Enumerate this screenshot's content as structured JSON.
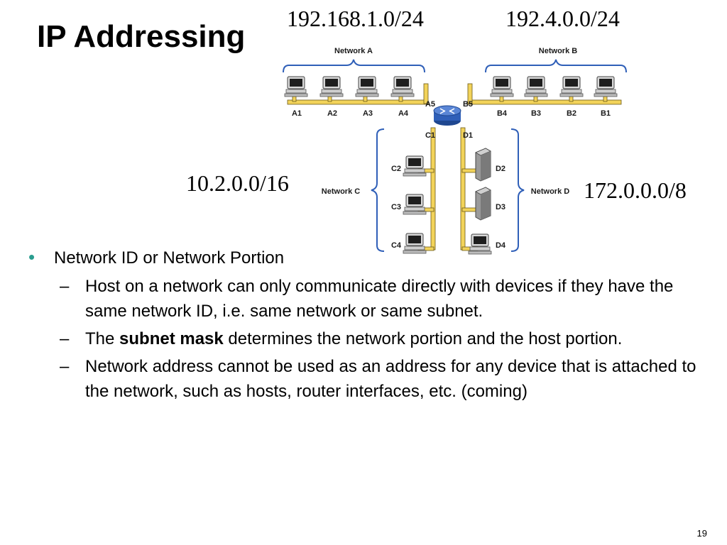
{
  "slide": {
    "title": "IP Addressing",
    "page_number": "19"
  },
  "diagram": {
    "addresses": {
      "network_a": "192.168.1.0/24",
      "network_b": "192.4.0.0/24",
      "network_c": "10.2.0.0/16",
      "network_d": "172.0.0.0/8"
    },
    "network_labels": {
      "a": "Network A",
      "b": "Network B",
      "c": "Network C",
      "d": "Network D"
    },
    "hosts_a": [
      "A1",
      "A2",
      "A3",
      "A4"
    ],
    "hosts_b": [
      "B4",
      "B3",
      "B2",
      "B1"
    ],
    "hosts_c": [
      "C2",
      "C3",
      "C4"
    ],
    "hosts_d": [
      "D2",
      "D3",
      "D4"
    ],
    "router_interfaces": {
      "a": "A5",
      "b": "B5",
      "c": "C1",
      "d": "D1"
    },
    "colors": {
      "cable": "#f2d35a",
      "router": "#2f5fb8",
      "bracket": "#2f5fb8"
    }
  },
  "bullets": {
    "main": "Network ID or Network Portion",
    "sub1": "Host on a network can only communicate directly with devices if they have the same network ID, i.e. same network or same subnet.",
    "sub2_prefix": "The ",
    "sub2_bold": "subnet mask",
    "sub2_suffix": " determines the network portion and the host portion.",
    "sub3": "Network address cannot be used as an address for any device that is attached to the network, such as hosts, router interfaces, etc. (coming)",
    "dash": "–",
    "dot": "•"
  }
}
